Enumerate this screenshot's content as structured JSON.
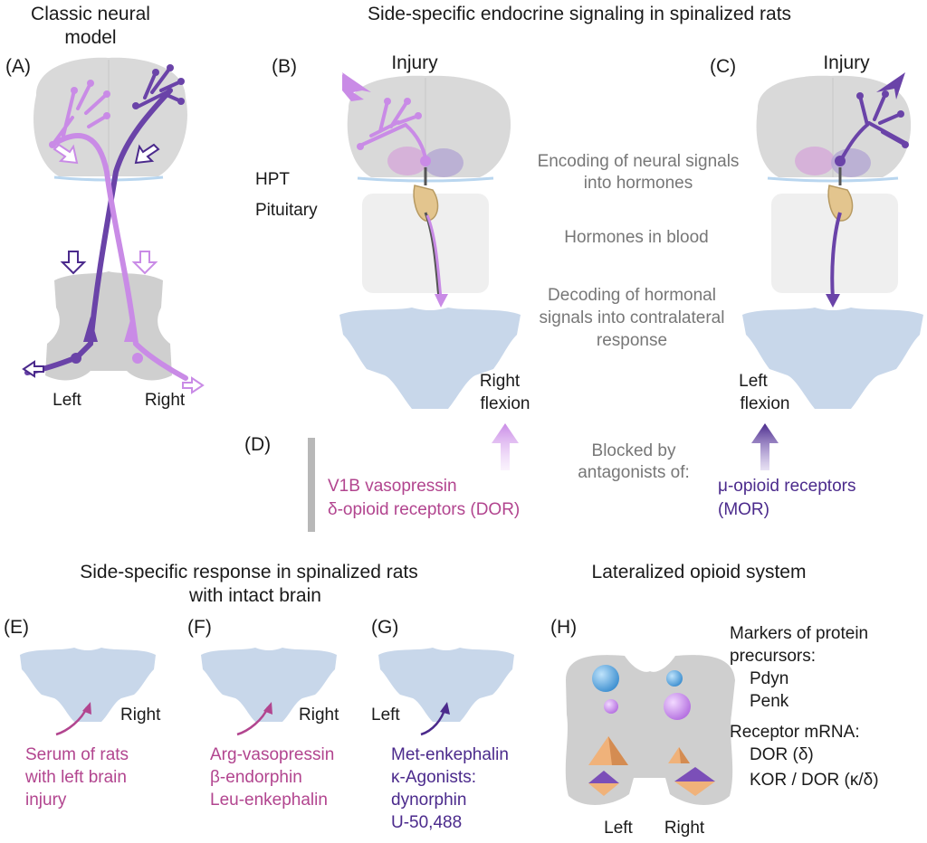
{
  "panelA": {
    "tag": "(A)",
    "title_l1": "Classic neural",
    "title_l2": "model",
    "left": "Left",
    "right": "Right"
  },
  "main_title": "Side-specific endocrine signaling in spinalized rats",
  "panelB": {
    "tag": "(B)",
    "injury": "Injury",
    "hpt": "HPT",
    "pituitary": "Pituitary"
  },
  "panelC": {
    "tag": "(C)",
    "injury": "Injury"
  },
  "middle": {
    "enc_l1": "Encoding of neural signals",
    "enc_l2": "into hormones",
    "blood": "Hormones in blood",
    "dec_l1": "Decoding of hormonal",
    "dec_l2": "signals into contralateral",
    "dec_l3": "response"
  },
  "flexion": {
    "right_l1": "Right",
    "right_l2": "flexion",
    "left_l1": "Left",
    "left_l2": "flexion"
  },
  "panelD": {
    "tag": "(D)",
    "blocked_l1": "Blocked by",
    "blocked_l2": "antagonists of:",
    "v1b": "V1B vasopressin",
    "dor": "δ-opioid receptors (DOR)",
    "mor_l1": "μ-opioid receptors",
    "mor_l2": "(MOR)"
  },
  "section_efg": {
    "title_l1": "Side-specific response in spinalized rats",
    "title_l2": "with intact brain"
  },
  "section_h": {
    "title": "Lateralized opioid system"
  },
  "panelE": {
    "tag": "(E)",
    "side": "Right",
    "lines": [
      "Serum of rats",
      "with left brain",
      "injury"
    ]
  },
  "panelF": {
    "tag": "(F)",
    "side": "Right",
    "lines": [
      "Arg-vasopressin",
      "β-endorphin",
      "Leu-enkephalin"
    ]
  },
  "panelG": {
    "tag": "(G)",
    "side": "Left",
    "lines": [
      "Met-enkephalin",
      "κ-Agonists:",
      "dynorphin",
      "U-50,488"
    ]
  },
  "panelH": {
    "tag": "(H)",
    "left": "Left",
    "right": "Right",
    "legend": {
      "head_l1": "Markers of protein",
      "head_l2": "precursors:",
      "pdyn": "Pdyn",
      "penk": "Penk",
      "rec": "Receptor mRNA:",
      "dor": "DOR (δ)",
      "kor": "KOR / DOR (κ/δ)"
    }
  },
  "colors": {
    "light_purple": "#c98be6",
    "dark_purple": "#6a43a8",
    "pink_text": "#b2458f",
    "purple_text": "#4b2a8c",
    "grey_text": "#777777",
    "brain_grey": "#d9d9d9",
    "cord_blue": "#c8d7ea",
    "pituitary": "#e3c58e",
    "sphere_blue": "#5aa6dc",
    "pyramid_orange": "#f0b27a"
  }
}
